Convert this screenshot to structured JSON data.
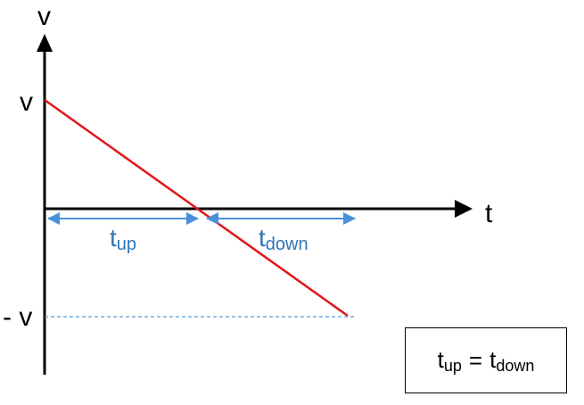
{
  "axes": {
    "y_label": "v",
    "x_label": "t",
    "y_tick_top": "v",
    "y_tick_bottom": "- v"
  },
  "intervals": {
    "up": {
      "base": "t",
      "sub": "up"
    },
    "down": {
      "base": "t",
      "sub": "down"
    }
  },
  "equation": {
    "left_base": "t",
    "left_sub": "up",
    "sign": "=",
    "right_base": "t",
    "right_sub": "down"
  },
  "colors": {
    "axis": "#000000",
    "velocity_line": "#e3161b",
    "interval_arrows": "#4a90d9",
    "interval_text": "#2e75b6",
    "guide_line": "#5b9bd5"
  }
}
